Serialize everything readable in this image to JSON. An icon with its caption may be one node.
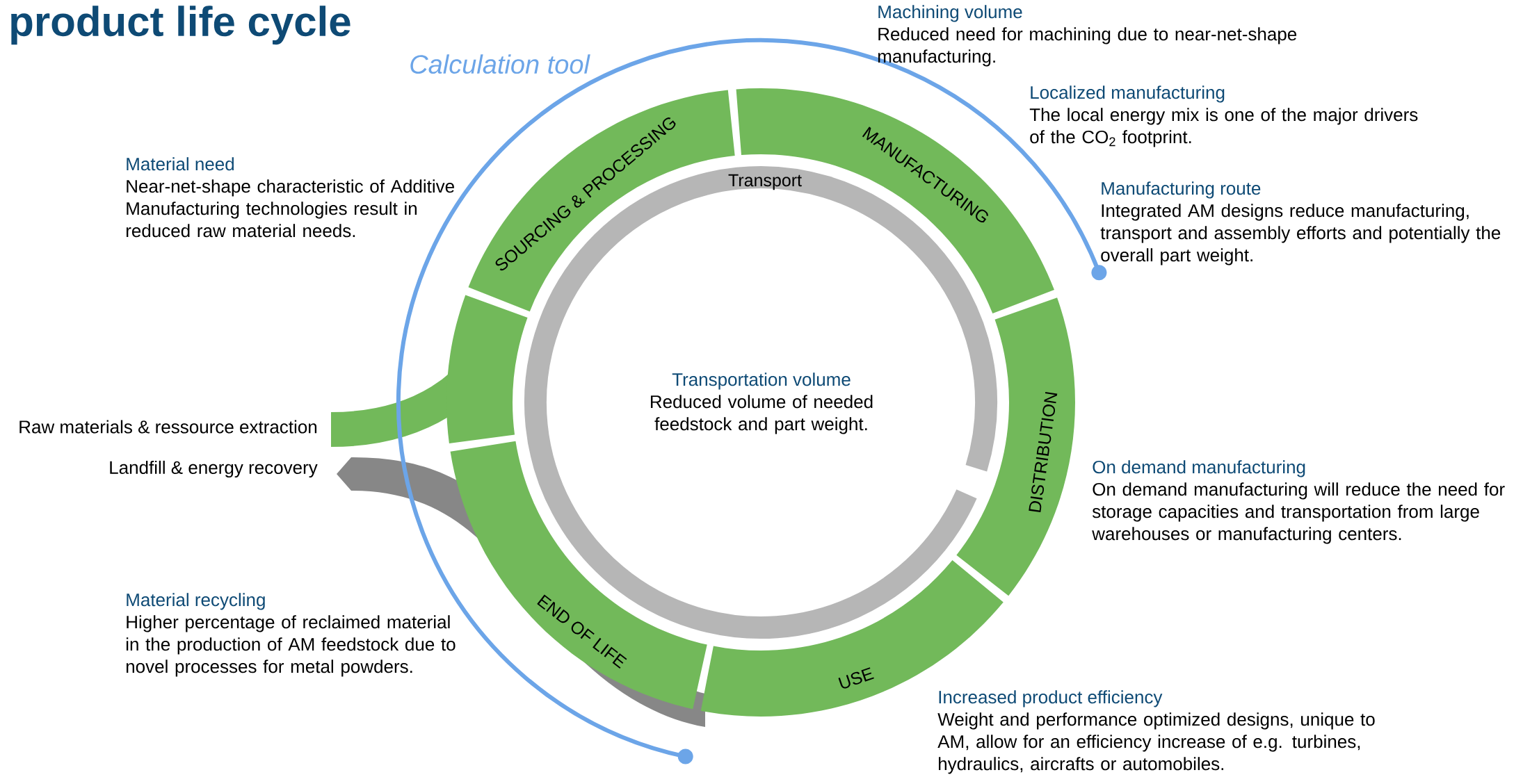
{
  "diagram": {
    "title": "product life cycle",
    "nodes": [
      {
        "text": [
          "SOURCING & PROCESSING"
        ]
      },
      {
        "text": [
          "MANUFACTURING"
        ]
      },
      {
        "text": [
          "DISTRIBUTION"
        ]
      },
      {
        "text": [
          "USE"
        ]
      },
      {
        "text": [
          "END OF LIFE"
        ]
      },
      {
        "text": [
          "Transport"
        ]
      },
      {
        "text": [],
        "shape": "bar"
      }
    ],
    "labels": [
      "Calculation tool",
      "Machining volume",
      "Reduced need for machining due to near-net-shape manufacturing.",
      "Localized manufacturing",
      "The local energy mix is one of the major drivers of the CO$_{2}$ footprint.",
      "Manufacturing route",
      "Integrated AM designs reduce manufacturing, transport and assembly efforts and potentially the overall part weight.",
      "Material need",
      "Near-net-shape characteristic of Additive Manufacturing technologies result in reduced raw material needs.",
      "Transportation volume",
      "Reduced volume of needed feedstock and part weight.",
      "Raw materials & ressource extraction",
      "Landfill & energy recovery",
      "On demand manufacturing",
      "On demand manufacturing will reduce the need for storage capacities and transportation from large warehouses or manufacturing centers.",
      "Material recycling",
      "Higher percentage of reclaimed material in the production of AM feedstock due to novel processes for metal powders.",
      "Increased product efficiency",
      "Weight and performance optimized designs, unique to AM, allow for an efficiency increase of e.g. turbines, hydraulics, aircrafts or automobiles."
    ]
  }
}
